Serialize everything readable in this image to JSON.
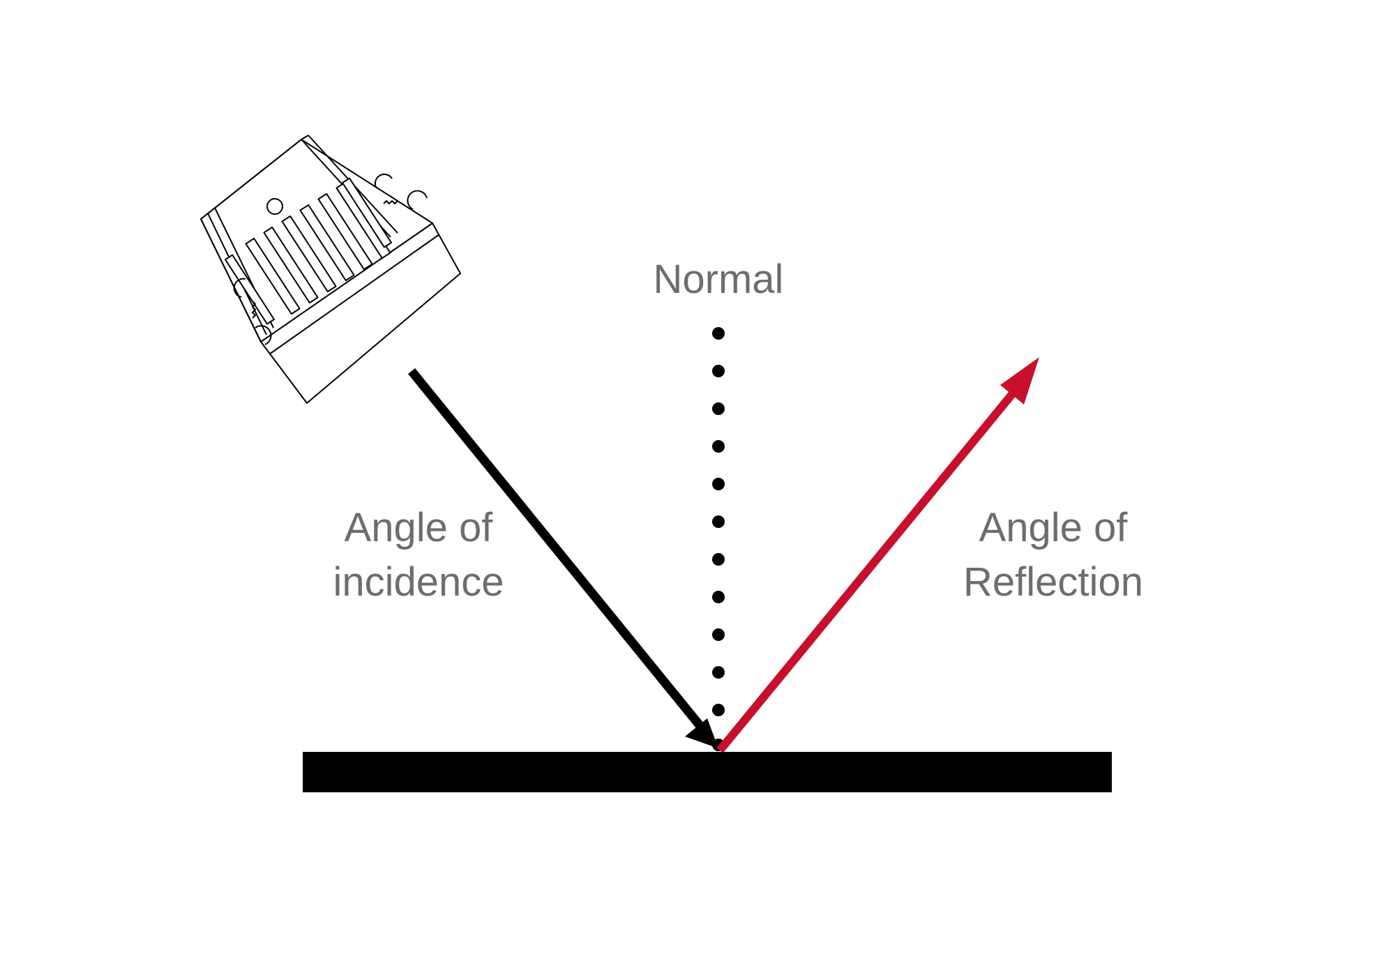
{
  "labels": {
    "normal": "Normal",
    "incidence_line1": "Angle of",
    "incidence_line2": "incidence",
    "reflection_line1": "Angle of",
    "reflection_line2": "Reflection"
  },
  "icons": {
    "light_source": "projector-icon"
  },
  "colors": {
    "background": "#ffffff",
    "incident_ray": "#000000",
    "reflected_ray": "#c8102e",
    "surface": "#000000",
    "normal_dots": "#000000",
    "label_text": "#6d6d6d"
  }
}
